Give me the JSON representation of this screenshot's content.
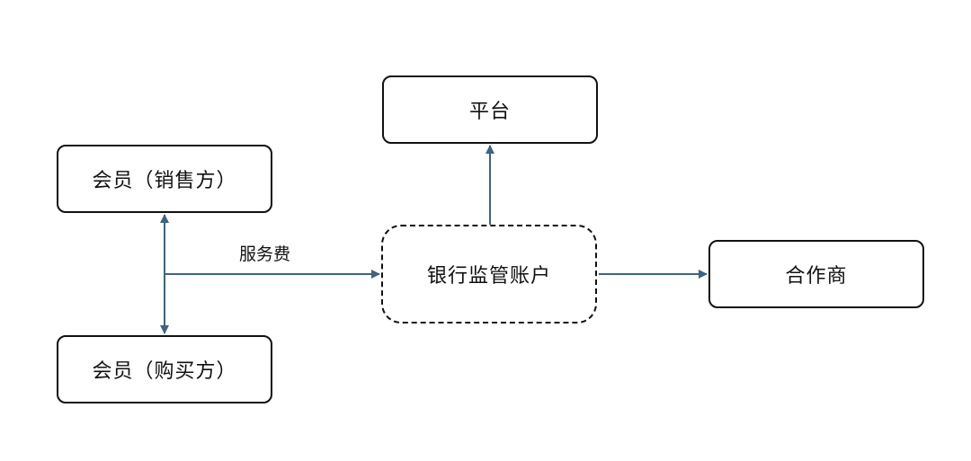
{
  "nodes": {
    "platform": "平台",
    "seller": "会员（销售方）",
    "buyer": "会员（购买方）",
    "bank": "银行监管账户",
    "partner": "合作商"
  },
  "edges": {
    "service_fee": "服务费"
  },
  "colors": {
    "arrow": "#3d6480",
    "border": "#111111"
  }
}
